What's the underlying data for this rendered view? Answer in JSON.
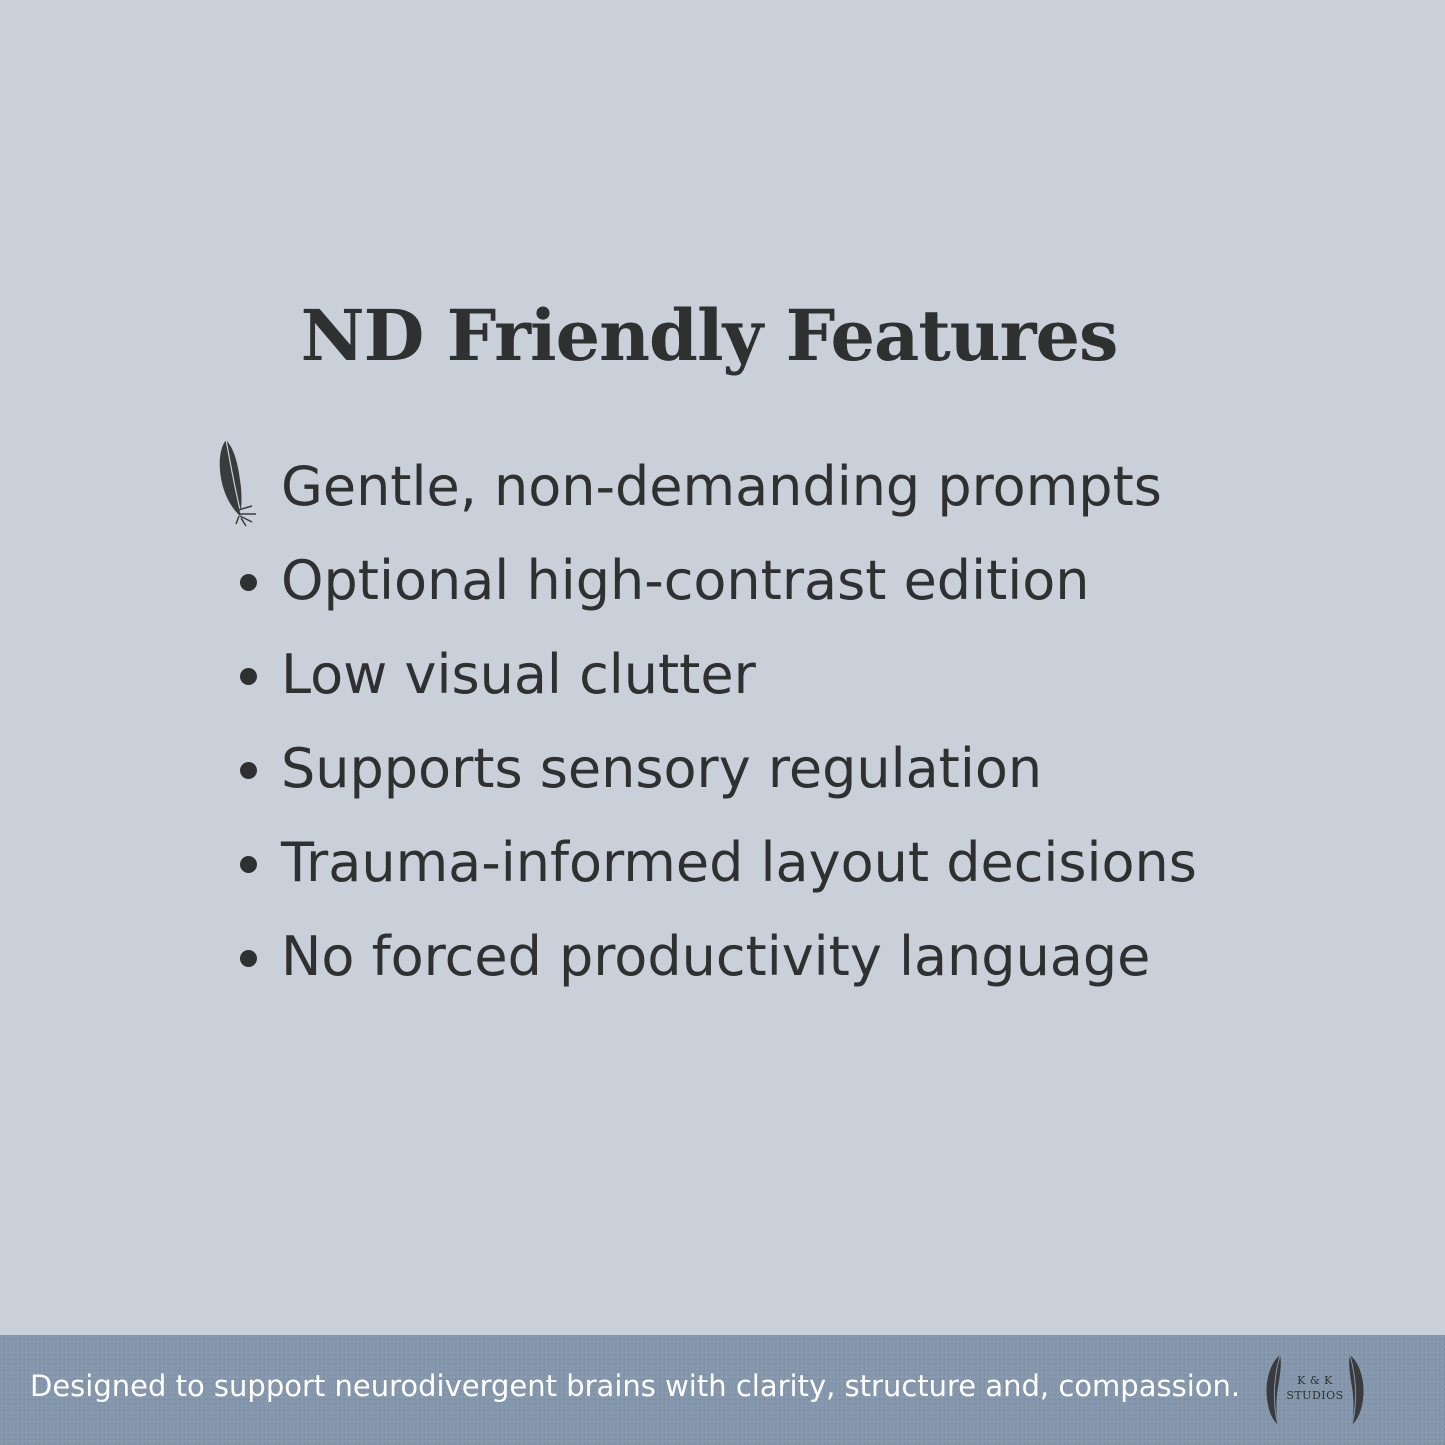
{
  "title": "ND Friendly Features",
  "features": [
    {
      "label": "Gentle, non-demanding prompts",
      "marker": "feather-icon"
    },
    {
      "label": "Optional high-contrast edition",
      "marker": "bullet"
    },
    {
      "label": "Low visual clutter",
      "marker": "bullet"
    },
    {
      "label": "Supports sensory regulation",
      "marker": "bullet"
    },
    {
      "label": "Trauma-informed layout decisions",
      "marker": "bullet"
    },
    {
      "label": "No forced productivity language",
      "marker": "bullet"
    }
  ],
  "footer": {
    "tagline": "Designed to support neurodivergent brains with clarity, structure and, compassion.",
    "logo": {
      "line1": "K & K",
      "line2": "STUDIOS",
      "icon": "feather-icon"
    }
  },
  "colors": {
    "background": "#c9d0d9",
    "text": "#2f3030",
    "footer_band": "#8496ac",
    "footer_text": "#ffffff"
  }
}
